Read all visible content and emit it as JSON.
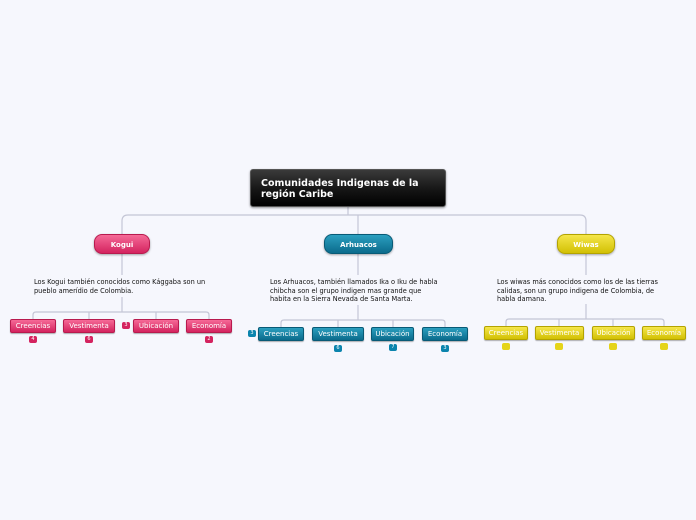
{
  "root": {
    "title": "Comunidades Indigenas de la región Caribe"
  },
  "branches": [
    {
      "label": "Kogui",
      "description": "Los Kogui también conocidos como Kággaba son un pueblo amerídio de Colombia.",
      "children": [
        {
          "label": "Creencias",
          "count": "4"
        },
        {
          "label": "Vestimenta",
          "count": "6"
        },
        {
          "label": "Ubicación",
          "count": ""
        },
        {
          "label": "Economía",
          "count": "2"
        }
      ],
      "side_badge": "3"
    },
    {
      "label": "Arhuacos",
      "description": "Los Arhuacos, también llamados Ika o Iku de habla chibcha son el grupo indigen mas grande que habita en la Sierra Nevada de Santa Marta.",
      "children": [
        {
          "label": "Creencias",
          "count": ""
        },
        {
          "label": "Vestimenta",
          "count": "6"
        },
        {
          "label": "Ubicación",
          "count": "7"
        },
        {
          "label": "Economía",
          "count": "3"
        }
      ],
      "side_badge": "3"
    },
    {
      "label": "Wiwas",
      "description": "Los wiwas más conocidos como los de las tierras calidas, son un grupo indigena de Colombia, de habla damana.",
      "children": [
        {
          "label": "Creencias",
          "count": ""
        },
        {
          "label": "Vestimenta",
          "count": ""
        },
        {
          "label": "Ubicación",
          "count": ""
        },
        {
          "label": "Economía",
          "count": ""
        }
      ]
    }
  ],
  "colors": {
    "kogui": "#d4235f",
    "arhuacos": "#0b6b8c",
    "wiwas": "#d2c004",
    "root": "#151515",
    "lines": "#c4c6d6"
  }
}
